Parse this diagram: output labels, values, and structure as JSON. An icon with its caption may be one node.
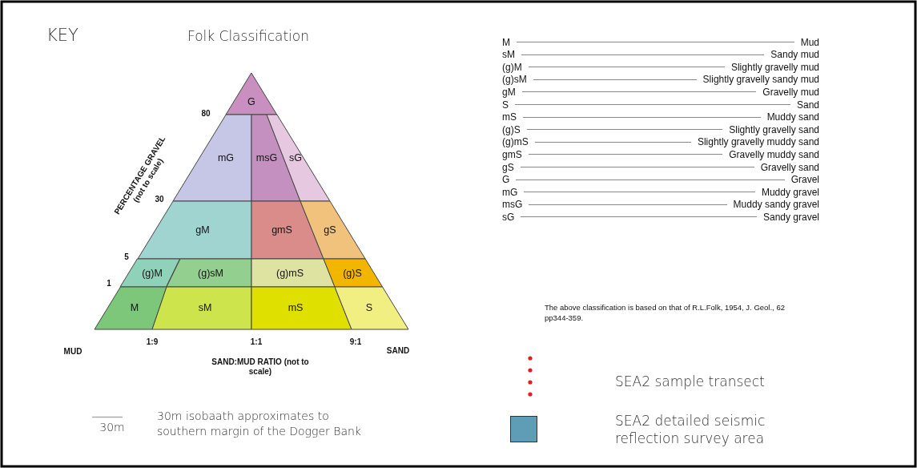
{
  "diagram": {
    "title": "KEY",
    "nodes": [
      {
        "text": [
          "G"
        ]
      },
      {
        "text": [
          "mG"
        ]
      },
      {
        "text": [
          "msG"
        ]
      },
      {
        "text": [
          "sG"
        ]
      },
      {
        "text": [
          "gM"
        ]
      },
      {
        "text": [
          "gmS"
        ]
      },
      {
        "text": [
          "gS"
        ]
      },
      {
        "text": [
          "(g)M"
        ]
      },
      {
        "text": [
          "(g)sM"
        ]
      },
      {
        "text": [
          "(g)mS"
        ]
      },
      {
        "text": [
          "(g)S"
        ]
      },
      {
        "text": [
          "M"
        ]
      },
      {
        "text": [
          "sM"
        ]
      },
      {
        "text": [
          "mS"
        ]
      },
      {
        "text": [
          "S"
        ]
      }
    ],
    "edges": [],
    "labels": [
      "Folk Classification",
      "80",
      "PERCENTAGE GRAVEL (not to scale)",
      "30",
      "5",
      "1",
      "MUD",
      "1:9",
      "1:1",
      "9:1",
      "SAND",
      "SAND:MUD RATIO (not to scale)",
      "M",
      "Mud",
      "sM",
      "Sandy mud",
      "(g)M",
      "Slightly gravelly mud",
      "(g)sM",
      "Slightly gravelly sandy mud",
      "gM",
      "Gravelly mud",
      "S",
      "Sand",
      "mS",
      "Muddy sand",
      "(g)S",
      "Slightly gravelly sand",
      "(g)mS",
      "Slightly gravelly muddy sand",
      "gmS",
      "Gravelly muddy sand",
      "gS",
      "Gravelly sand",
      "G",
      "Gravel",
      "mG",
      "Muddy gravel",
      "msG",
      "Muddy sandy gravel",
      "sG",
      "Sandy gravel",
      "The above classification is based on that of R.L.Folk, 1954, J. Geol., 62 pp344-359.",
      "30m"
    ],
    "legend": [
      {
        "text": "30m isobaath approximates to southern margin of the Dogger Bank"
      },
      {
        "text": "SEA2 sample transect"
      },
      {
        "text": "SEA2 detailed seismic reflection survey area",
        "color": "#5f9cb5"
      }
    ]
  }
}
